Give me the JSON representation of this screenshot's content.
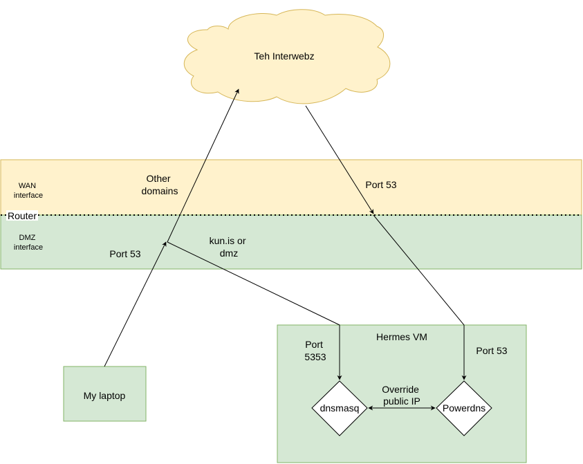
{
  "colors": {
    "wan_fill": "#fff2cc",
    "wan_stroke": "#d6b656",
    "dmz_fill": "#d5e8d4",
    "dmz_stroke": "#82b366",
    "cloud_fill": "#fff2cc",
    "cloud_stroke": "#d6b656",
    "node_fill": "#d5e8d4",
    "node_stroke": "#82b366",
    "diamond_fill": "#ffffff",
    "line": "#000000"
  },
  "nodes": {
    "internet": "Teh Interwebz",
    "wan_interface": [
      "WAN",
      "interface"
    ],
    "router": "Router",
    "dmz_interface": [
      "DMZ",
      "interface"
    ],
    "laptop": "My laptop",
    "vm": "Hermes VM",
    "dnsmasq": "dnsmasq",
    "powerdns": "Powerdns"
  },
  "edges": {
    "other_domains": [
      "Other",
      "domains"
    ],
    "laptop_port": "Port 53",
    "kun_is": [
      "kun.is or",
      "dmz"
    ],
    "internet_port": "Port 53",
    "dnsmasq_port": [
      "Port",
      "5353"
    ],
    "powerdns_port": "Port 53",
    "override": [
      "Override",
      "public IP"
    ]
  }
}
